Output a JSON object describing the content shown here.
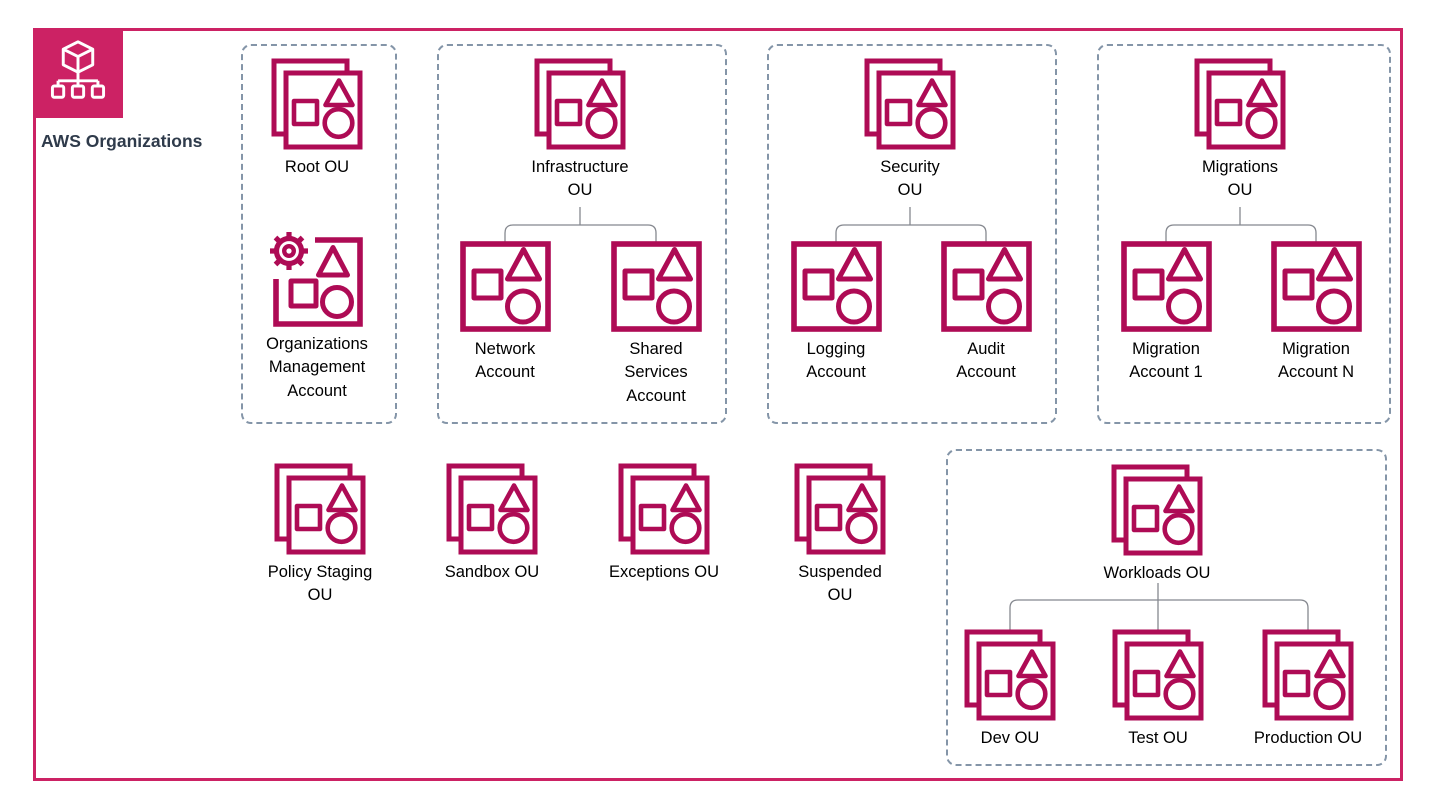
{
  "title": "AWS Organizations",
  "colors": {
    "accent_pink": "#CC2264",
    "icon_stroke": "#AE0B55",
    "group_border": "#8495A8",
    "connector_line": "#85888F",
    "title_text": "#2F3B4B",
    "label_text": "#000000"
  },
  "nodes": {
    "root_ou": {
      "label": "Root OU",
      "type": "organizational-unit"
    },
    "org_mgmt_account": {
      "label": "Organizations Management Account",
      "type": "management-account"
    },
    "infrastructure_ou": {
      "label": "Infrastructure OU",
      "type": "organizational-unit"
    },
    "network_account": {
      "label": "Network Account",
      "type": "account"
    },
    "shared_services_account": {
      "label": "Shared Services Account",
      "type": "account"
    },
    "security_ou": {
      "label": "Security OU",
      "type": "organizational-unit"
    },
    "logging_account": {
      "label": "Logging Account",
      "type": "account"
    },
    "audit_account": {
      "label": "Audit Account",
      "type": "account"
    },
    "migrations_ou": {
      "label": "Migrations OU",
      "type": "organizational-unit"
    },
    "migration_account_1": {
      "label": "Migration Account 1",
      "type": "account"
    },
    "migration_account_n": {
      "label": "Migration Account N",
      "type": "account"
    },
    "policy_staging_ou": {
      "label": "Policy Staging OU",
      "type": "organizational-unit"
    },
    "sandbox_ou": {
      "label": "Sandbox OU",
      "type": "organizational-unit"
    },
    "exceptions_ou": {
      "label": "Exceptions OU",
      "type": "organizational-unit"
    },
    "suspended_ou": {
      "label": "Suspended OU",
      "type": "organizational-unit"
    },
    "workloads_ou": {
      "label": "Workloads OU",
      "type": "organizational-unit"
    },
    "dev_ou": {
      "label": "Dev OU",
      "type": "organizational-unit"
    },
    "test_ou": {
      "label": "Test OU",
      "type": "organizational-unit"
    },
    "production_ou": {
      "label": "Production OU",
      "type": "organizational-unit"
    }
  }
}
